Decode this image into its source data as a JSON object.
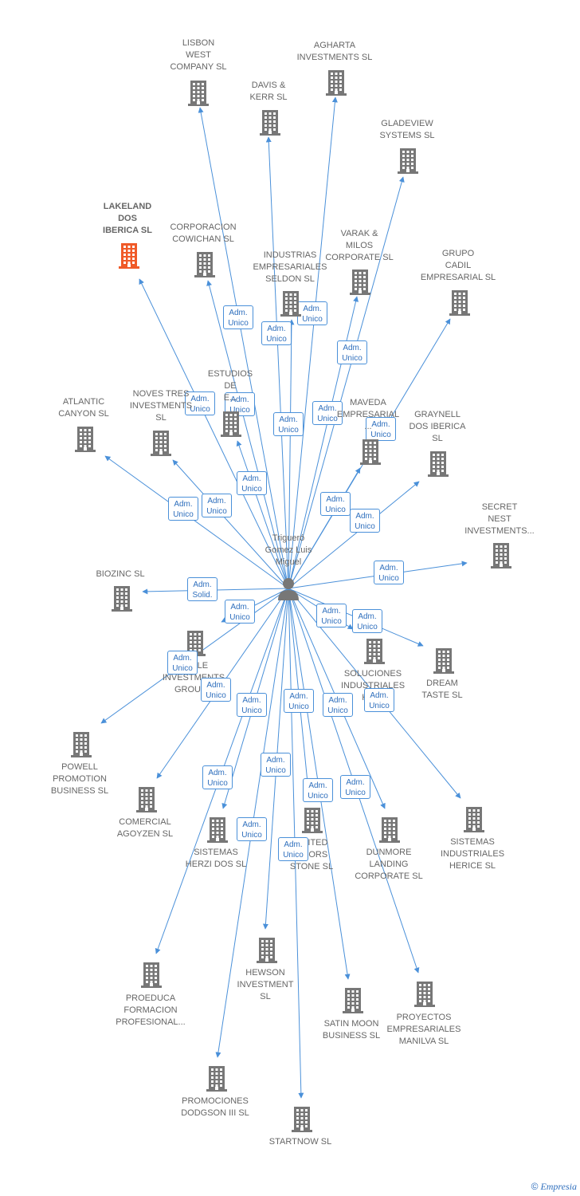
{
  "center": {
    "label": "Trigueró\nGomez Luis\nMiguel",
    "icon": "person-icon"
  },
  "colors": {
    "edge": "#4a90d9",
    "node": "#777777",
    "highlight": "#f05a28",
    "text": "#666666"
  },
  "brand": {
    "copyright": "©",
    "name": "Empresia"
  },
  "companies": [
    {
      "id": "lisbon",
      "label": "LISBON\nWEST\nCOMPANY  SL",
      "role": "Adm.\nUnico"
    },
    {
      "id": "agharta",
      "label": "AGHARTA\nINVESTMENTS SL",
      "role": "Adm.\nUnico"
    },
    {
      "id": "davis",
      "label": "DAVIS &\nKERR SL",
      "role": "Adm.\nUnico"
    },
    {
      "id": "gladeview",
      "label": "GLADEVIEW\nSYSTEMS  SL",
      "role": "Adm.\nUnico"
    },
    {
      "id": "lakeland",
      "label": "LAKELAND\nDOS\nIBERICA  SL",
      "role": "Adm.\nUnico",
      "highlight": true
    },
    {
      "id": "cowichan",
      "label": "CORPORACION\nCOWICHAN SL",
      "role": "Adm.\nUnico"
    },
    {
      "id": "seldon",
      "label": "INDUSTRIAS\nEMPRESARIALES\nSELDON SL",
      "role": "Adm.\nUnico"
    },
    {
      "id": "varak",
      "label": "VARAK &\nMILOS\nCORPORATE SL",
      "role": "Adm.\nUnico"
    },
    {
      "id": "cadil",
      "label": "GRUPO\nCADIL\nEMPRESARIAL SL",
      "role": "Adm.\nUnico"
    },
    {
      "id": "estudios",
      "label": "ESTUDIOS\nDE\nE...",
      "role": "Adm.\nUnico"
    },
    {
      "id": "atlantic",
      "label": "ATLANTIC\nCANYON SL",
      "role": "Adm.\nUnico"
    },
    {
      "id": "noves",
      "label": "NOVES TRES\nINVESTMENTS\nSL",
      "role": "Adm.\nUnico"
    },
    {
      "id": "maveda",
      "label": "MAVEDA\nEMPRESARIAL\n...",
      "role": "Adm.\nUnico"
    },
    {
      "id": "graynell",
      "label": "GRAYNELL\nDOS IBERICA\nSL",
      "role": "Adm.\nUnico"
    },
    {
      "id": "secret",
      "label": "SECRET\nNEST\nINVESTMENTS...",
      "role": "Adm.\nUnico"
    },
    {
      "id": "biozinc",
      "label": "BIOZINC SL",
      "role": "Adm.\nSolid."
    },
    {
      "id": "earle",
      "label": "EARLE\nINVESTMENTS\nGROUP...",
      "role": "Adm.\nUnico"
    },
    {
      "id": "soluciones",
      "label": "SOLUCIONES\nINDUSTRIALES\nKIN...",
      "role": "Adm.\nUnico"
    },
    {
      "id": "dream",
      "label": "DREAM\nTASTE SL",
      "role": "Adm.\nUnico"
    },
    {
      "id": "powell",
      "label": "POWELL\nPROMOTION\nBUSINESS  SL",
      "role": "Adm.\nUnico"
    },
    {
      "id": "agoyzen",
      "label": "COMERCIAL\nAGOYZEN SL",
      "role": "Adm.\nUnico"
    },
    {
      "id": "herzi",
      "label": "SISTEMAS\nHERZI DOS SL",
      "role": "Adm.\nUnico"
    },
    {
      "id": "united",
      "label": "UNITED\nDOORS\nSTONE SL",
      "role": "Adm.\nUnico"
    },
    {
      "id": "dunmore",
      "label": "DUNMORE\nLANDING\nCORPORATE SL",
      "role": "Adm.\nUnico"
    },
    {
      "id": "herice",
      "label": "SISTEMAS\nINDUSTRIALES\nHERICE  SL",
      "role": "Adm.\nUnico"
    },
    {
      "id": "proeduca",
      "label": "PROEDUCA\nFORMACION\nPROFESIONAL...",
      "role": "Adm.\nUnico"
    },
    {
      "id": "hewson",
      "label": "HEWSON\nINVESTMENT\nSL",
      "role": "Adm.\nUnico"
    },
    {
      "id": "satin",
      "label": "SATIN MOON\nBUSINESS SL",
      "role": "Adm.\nUnico"
    },
    {
      "id": "manilva",
      "label": "PROYECTOS\nEMPRESARIALES\nMANILVA SL",
      "role": "Adm.\nUnico"
    },
    {
      "id": "dodgson",
      "label": "PROMOCIONES\nDODGSON III SL",
      "role": "Adm.\nUnico"
    },
    {
      "id": "startnow",
      "label": "STARTNOW SL",
      "role": "Adm.\nUnico"
    }
  ]
}
